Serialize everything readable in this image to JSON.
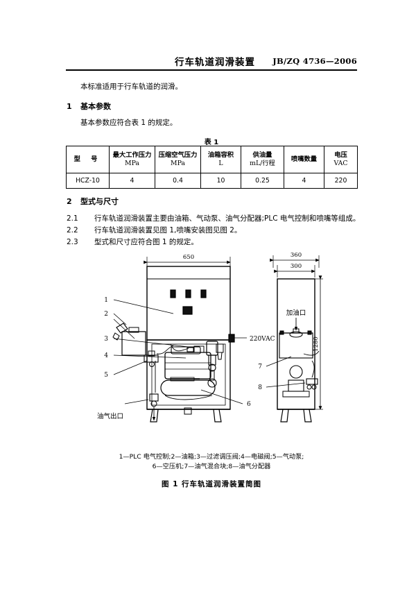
{
  "header": {
    "title": "行车轨道润滑装置",
    "standard_no": "JB/ZQ 4736—2006"
  },
  "intro": "本标准适用于行车轨道的润滑。",
  "sections": [
    {
      "number": "1",
      "title": "基本参数"
    },
    {
      "number": "2",
      "title": "型式与尺寸"
    }
  ],
  "paragraphs": {
    "p_basic": "基本参数应符合表 1 的规定。",
    "p21_num": "2.1",
    "p21": "行车轨道润滑装置主要由油箱、气动泵、油气分配器;PLC 电气控制和喷嘴等组成。",
    "p22_num": "2.2",
    "p22": "行车轨道润滑装置见图 1,喷嘴安装图见图 2。",
    "p23_num": "2.3",
    "p23": "型式和尺寸应符合图 1 的规定。"
  },
  "table": {
    "caption": "表 1",
    "headers": [
      {
        "name": "型  号",
        "unit": ""
      },
      {
        "name": "最大工作压力",
        "unit": "MPa"
      },
      {
        "name": "压缩空气压力",
        "unit": "MPa"
      },
      {
        "name": "油箱容积",
        "unit": "L"
      },
      {
        "name": "供油量",
        "unit": "mL/行程"
      },
      {
        "name": "喷嘴数量",
        "unit": ""
      },
      {
        "name": "电压",
        "unit": "VAC"
      }
    ],
    "rows": [
      [
        "HCZ-10",
        "4",
        "0.4",
        "10",
        "0.25",
        "4",
        "220"
      ]
    ]
  },
  "figure": {
    "dim_width_front": "650",
    "dim_width_side_outer": "360",
    "dim_width_side_inner": "300",
    "dim_height_side": "1280",
    "label_voltage": "220VAC",
    "label_oil_outlet": "油气出口",
    "label_fill_port": "加油口",
    "callouts": [
      "1",
      "2",
      "3",
      "4",
      "5",
      "6",
      "7",
      "8"
    ],
    "legend_line1": "1—PLC 电气控制;2—油箱;3—过滤调压阀;4—电磁阀;5—气动泵;",
    "legend_line2": "6—空压机;7—油气混合块;8—油气分配器",
    "caption": "图 1   行车轨道润滑装置简图"
  },
  "colors": {
    "ink": "#000000",
    "paper": "#ffffff"
  }
}
